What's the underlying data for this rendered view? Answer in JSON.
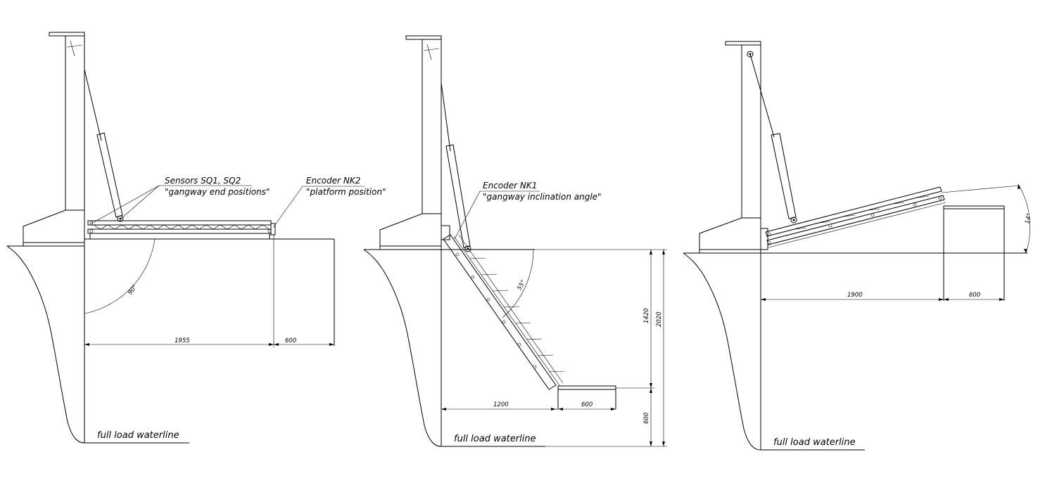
{
  "views": [
    {
      "waterline": "full load waterline",
      "angle": "90°",
      "dims": {
        "span": "1955",
        "platform": "600"
      },
      "callouts": [
        {
          "title": "Sensors SQ1, SQ2",
          "desc": "\"gangway end positions\""
        },
        {
          "title": "Encoder NK2",
          "desc": "\"platform position\""
        }
      ]
    },
    {
      "waterline": "full load waterline",
      "angle": "55°",
      "dims": {
        "span": "1200",
        "platform": "600",
        "height_upper": "1420",
        "height_total": "2020",
        "height_lower": "600"
      },
      "callouts": [
        {
          "title": "Encoder NK1",
          "desc": "\"gangway inclination angle\""
        }
      ]
    },
    {
      "waterline": "full load waterline",
      "angle": "14°",
      "dims": {
        "span": "1900",
        "platform": "600"
      }
    }
  ]
}
